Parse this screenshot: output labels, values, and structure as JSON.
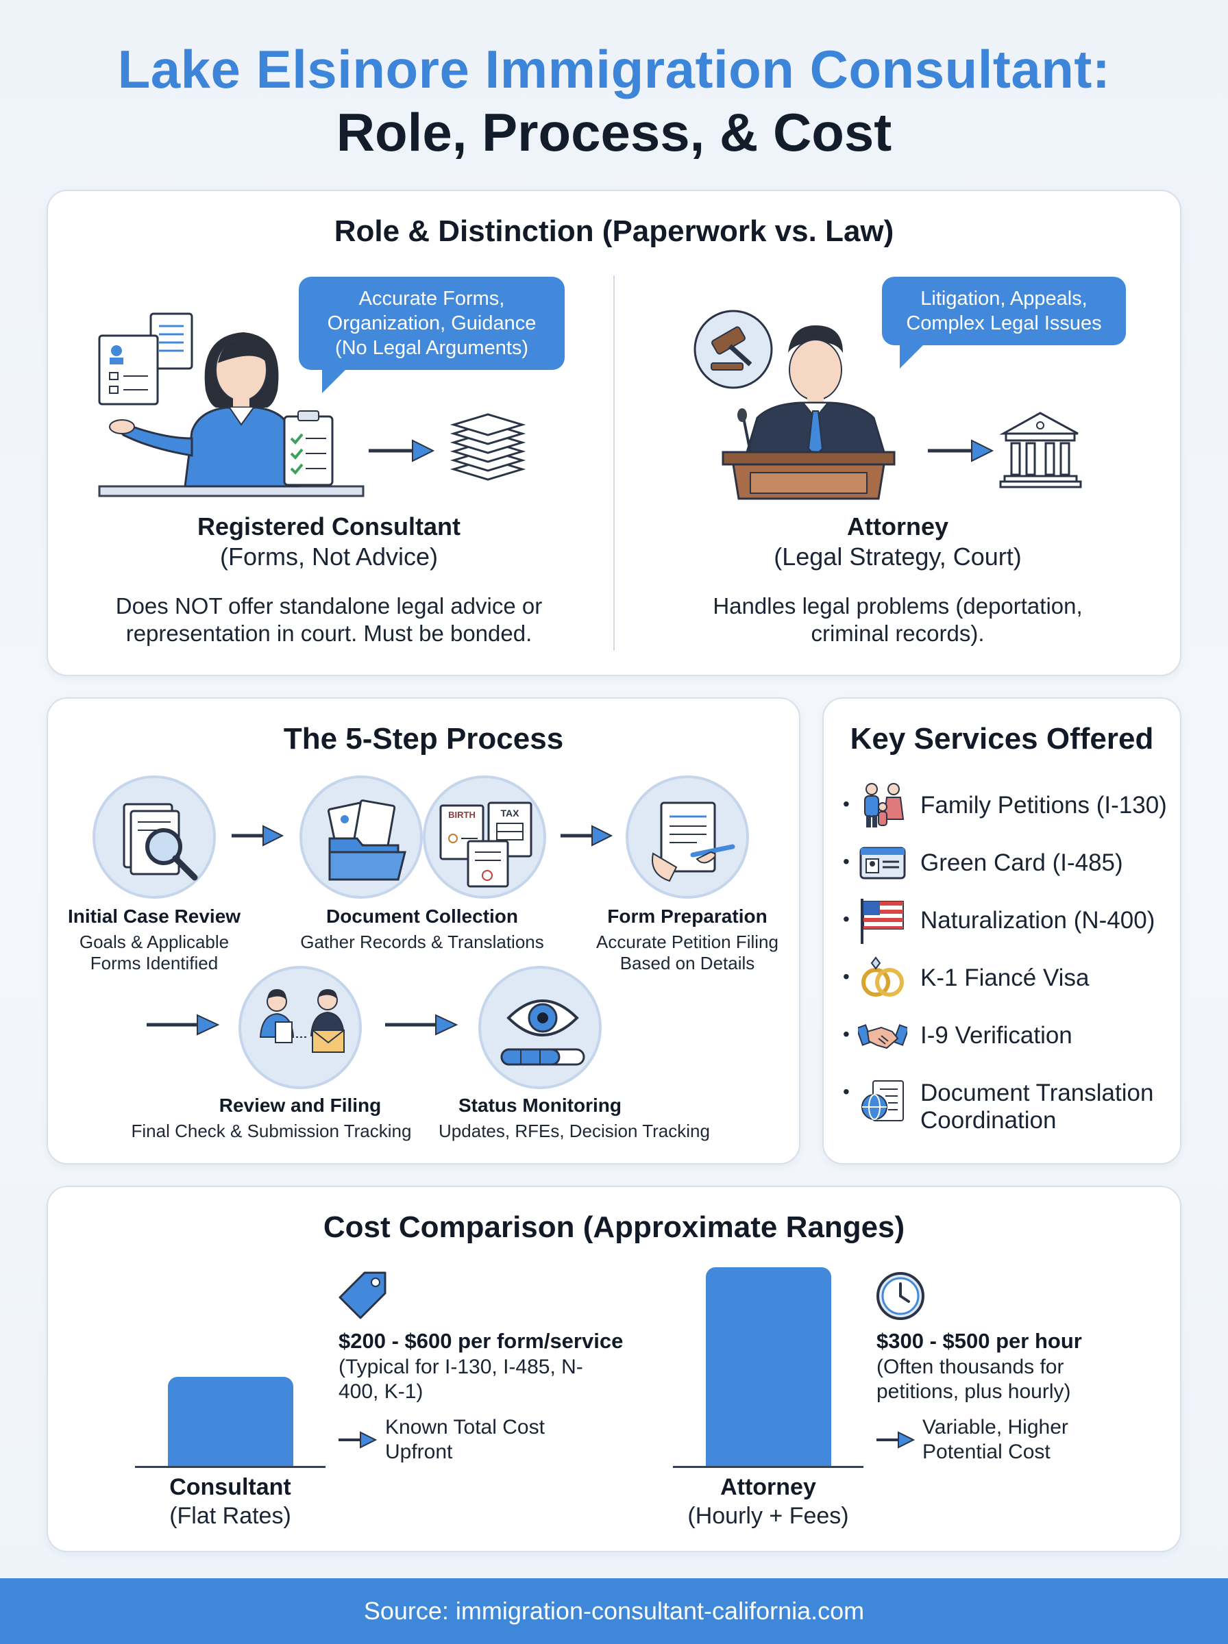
{
  "header": {
    "title_line1": "Lake Elsinore Immigration Consultant:",
    "title_line2": "Role, Process, & Cost"
  },
  "role_section": {
    "title": "Role & Distinction (Paperwork vs. Law)",
    "consultant": {
      "bubble": "Accurate Forms, Organization, Guidance (No Legal Arguments)",
      "name": "Registered Consultant",
      "sub": "(Forms, Not Advice)",
      "desc": "Does NOT offer standalone legal advice or representation in court. Must be bonded."
    },
    "attorney": {
      "bubble": "Litigation, Appeals, Complex Legal Issues",
      "name": "Attorney",
      "sub": "(Legal Strategy, Court)",
      "desc": "Handles legal problems (deportation, criminal records)."
    }
  },
  "process_section": {
    "title": "The 5-Step Process",
    "steps": [
      {
        "title": "Initial Case Review",
        "desc": "Goals & Applicable Forms Identified"
      },
      {
        "title": "Document Collection",
        "desc": "Gather Records & Translations"
      },
      {
        "title": "Form Preparation",
        "desc": "Accurate Petition Filing Based on Details"
      },
      {
        "title": "Review and Filing",
        "desc": "Final Check & Submission Tracking"
      },
      {
        "title": "Status Monitoring",
        "desc": "Updates, RFEs, Decision Tracking"
      }
    ],
    "doc_labels": {
      "birth": "BIRTH",
      "tax": "TAX"
    }
  },
  "services_section": {
    "title": "Key Services Offered",
    "bullet": "•",
    "items": [
      {
        "label": "Family Petitions (I-130)",
        "icon": "family-icon"
      },
      {
        "label": "Green Card (I-485)",
        "icon": "id-card-icon"
      },
      {
        "label": "Naturalization (N-400)",
        "icon": "us-flag-icon"
      },
      {
        "label": "K-1 Fiancé Visa",
        "icon": "rings-icon"
      },
      {
        "label": "I-9 Verification",
        "icon": "handshake-icon"
      },
      {
        "label": "Document Translation Coordination",
        "icon": "globe-document-icon"
      }
    ]
  },
  "cost_section": {
    "title": "Cost Comparison (Approximate Ranges)",
    "consultant": {
      "price": "$200 - $600 per form/service",
      "note": "(Typical for I-130, I-485, N-400, K-1)",
      "outcome": "Known Total Cost Upfront",
      "label": "Consultant",
      "sublabel": "(Flat Rates)",
      "icon": "price-tag-icon"
    },
    "attorney": {
      "price": "$300 - $500 per hour",
      "note": "(Often thousands for petitions, plus hourly)",
      "outcome": "Variable, Higher Potential Cost",
      "label": "Attorney",
      "sublabel": "(Hourly + Fees)",
      "icon": "clock-icon"
    }
  },
  "footer": {
    "source": "Source: immigration-consultant-california.com"
  },
  "colors": {
    "accent": "#4289dc",
    "title_blue": "#3d85d8",
    "dark_text": "#131c2b",
    "card_border": "#d8e0ea"
  }
}
